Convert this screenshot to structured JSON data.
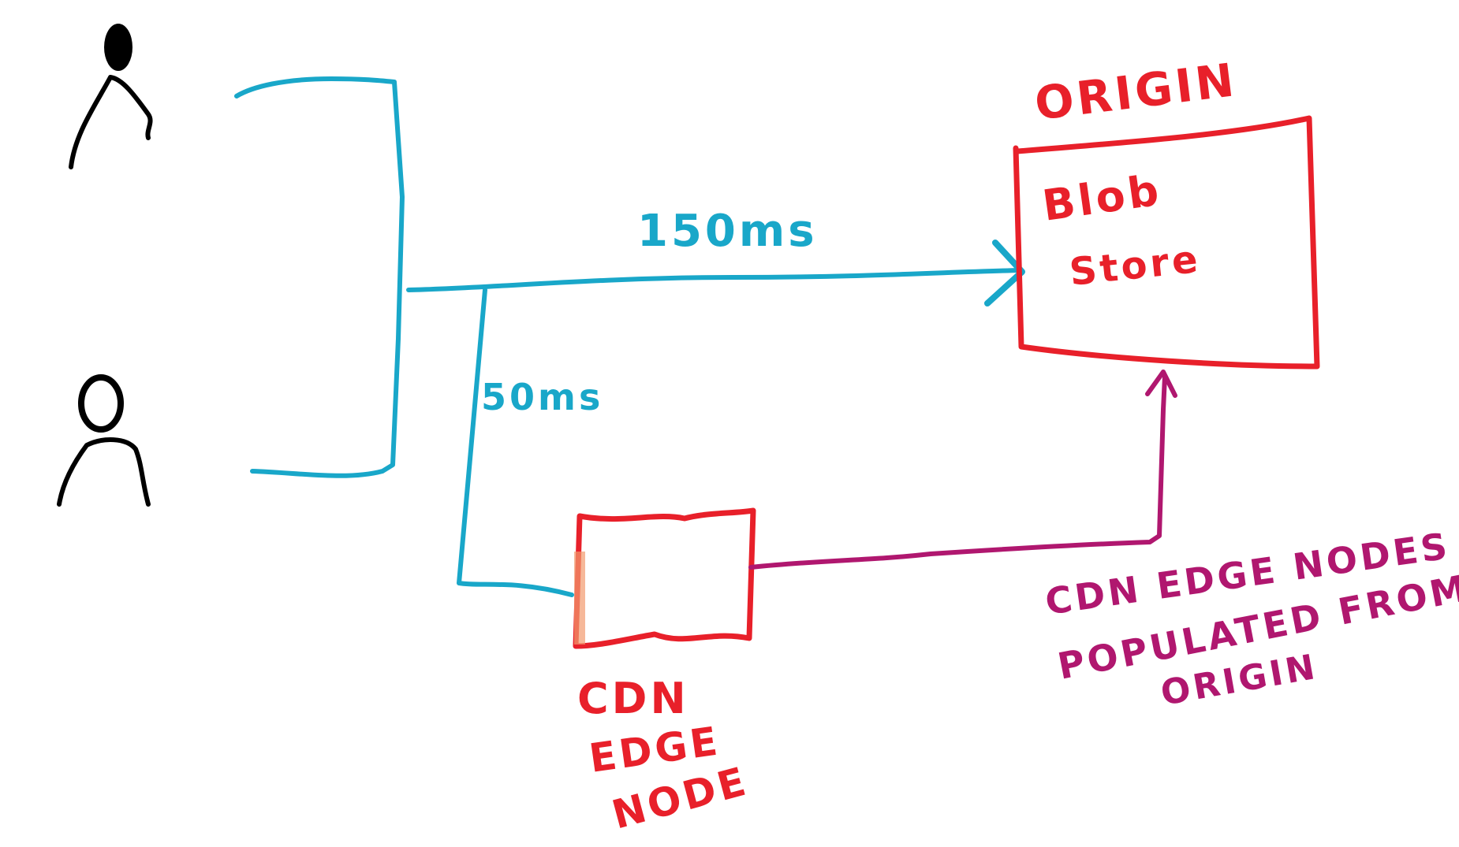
{
  "colors": {
    "blue": "#19a7c9",
    "red": "#e8202a",
    "purple": "#b0176f",
    "black": "#000000",
    "background": "#ffffff"
  },
  "labels": {
    "origin_title": "ORIGIN",
    "origin_line1": "Blob",
    "origin_line2": "Store",
    "latency_origin": "150ms",
    "latency_edge": "50ms",
    "edge_line1": "CDN",
    "edge_line2": "EDGE",
    "edge_line3": "NODE",
    "populate_line1": "CDN EDGE NODES",
    "populate_line2": "POPULATED FROM",
    "populate_line3": "ORIGIN"
  },
  "icons": {
    "user_top": "user-icon",
    "user_bottom": "user-icon"
  }
}
